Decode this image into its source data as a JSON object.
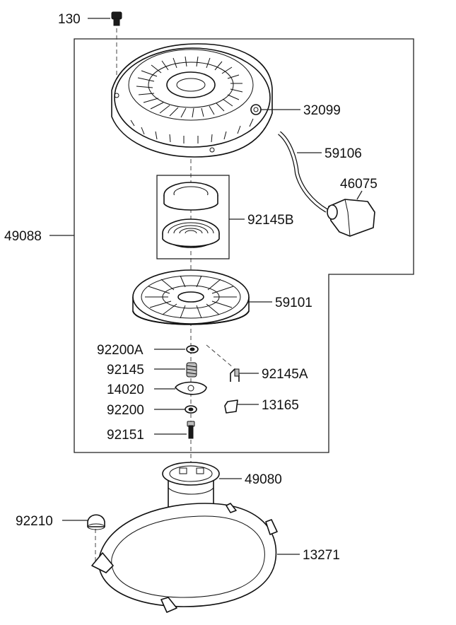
{
  "diagram": {
    "parts": [
      {
        "key": "p130",
        "number": "130",
        "icon": "bolt-icon"
      },
      {
        "key": "p32099",
        "number": "32099",
        "icon": "guide-icon"
      },
      {
        "key": "p59106",
        "number": "59106",
        "icon": "rope-icon"
      },
      {
        "key": "p46075",
        "number": "46075",
        "icon": "handle-icon"
      },
      {
        "key": "p49088",
        "number": "49088",
        "icon": "recoil-starter-assembly-icon"
      },
      {
        "key": "p92145B",
        "number": "92145B",
        "icon": "spiral-spring-icon"
      },
      {
        "key": "p59101",
        "number": "59101",
        "icon": "reel-icon"
      },
      {
        "key": "p92200A",
        "number": "92200A",
        "icon": "washer-icon"
      },
      {
        "key": "p92145",
        "number": "92145",
        "icon": "coil-spring-icon"
      },
      {
        "key": "p14020",
        "number": "14020",
        "icon": "cover-plate-icon"
      },
      {
        "key": "p92200",
        "number": "92200",
        "icon": "washer-icon"
      },
      {
        "key": "p92151",
        "number": "92151",
        "icon": "bolt-icon"
      },
      {
        "key": "p92145A",
        "number": "92145A",
        "icon": "spring-icon"
      },
      {
        "key": "p13165",
        "number": "13165",
        "icon": "ratchet-icon"
      },
      {
        "key": "p49080",
        "number": "49080",
        "icon": "pulley-cup-icon"
      },
      {
        "key": "p92210",
        "number": "92210",
        "icon": "cap-nut-icon"
      },
      {
        "key": "p13271",
        "number": "13271",
        "icon": "mounting-plate-icon"
      }
    ]
  }
}
